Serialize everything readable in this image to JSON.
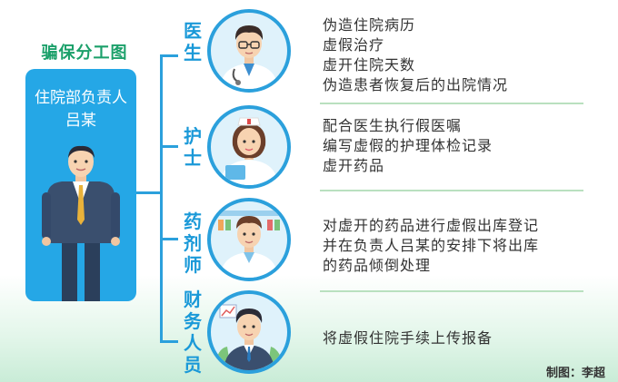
{
  "title": "骗保分工图",
  "left_card": {
    "line1": "住院部负责人",
    "line2": "吕某"
  },
  "roles": [
    {
      "label_chars": [
        "医",
        "生"
      ],
      "lines": [
        "伪造住院病历",
        "虚假治疗",
        "虚开住院天数",
        "伪造患者恢复后的出院情况"
      ]
    },
    {
      "label_chars": [
        "护",
        "士"
      ],
      "lines": [
        "配合医生执行假医嘱",
        "编写虚假的护理体检记录",
        "虚开药品"
      ]
    },
    {
      "label_chars": [
        "药",
        "剂",
        "师"
      ],
      "lines": [
        "对虚开的药品进行虚假出库登记",
        "并在负责人吕某的安排下将出库",
        "的药品倾倒处理"
      ]
    },
    {
      "label_chars": [
        "财",
        "务",
        "人",
        "员"
      ],
      "lines": [
        "将虚假住院手续上传报备"
      ]
    }
  ],
  "credit": "制图：李超",
  "colors": {
    "accent_blue": "#25a7e6",
    "title_green": "#1ba06a",
    "divider_green": "#b9e0bf"
  },
  "icons": [
    "doctor-avatar",
    "nurse-avatar",
    "pharmacist-avatar",
    "accountant-avatar",
    "manager-figure"
  ]
}
